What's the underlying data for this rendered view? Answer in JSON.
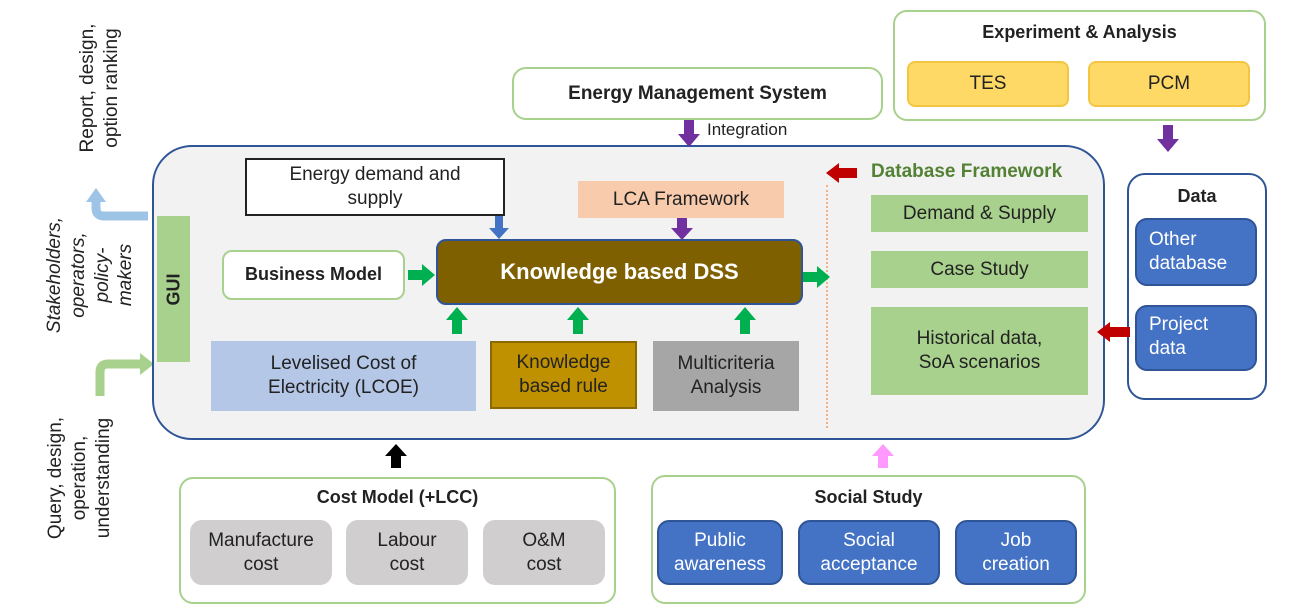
{
  "left_labels": {
    "output_text": "Report, design,\noption ranking",
    "users_text": "Stakeholders,\noperators,\npolicy-\nmakers",
    "input_text": "Query, design,\noperation,\nunderstanding"
  },
  "gui": {
    "label": "GUI"
  },
  "ems": {
    "title": "Energy Management System",
    "integration_label": "Integration"
  },
  "experiment": {
    "title": "Experiment & Analysis",
    "items": [
      "TES",
      "PCM"
    ]
  },
  "core": {
    "energy_demand": "Energy demand and\nsupply",
    "lca": "LCA Framework",
    "business_model": "Business Model",
    "dss": "Knowledge based DSS",
    "lcoe": "Levelised Cost of\nElectricity (LCOE)",
    "knowledge_rule": "Knowledge\nbased rule",
    "multicriteria": "Multicriteria\nAnalysis"
  },
  "database": {
    "title": "Database Framework",
    "items": [
      "Demand & Supply",
      "Case Study",
      "Historical data,\nSoA scenarios"
    ]
  },
  "data_panel": {
    "title": "Data",
    "items": [
      "Other\ndatabase",
      "Project\ndata"
    ]
  },
  "cost_model": {
    "title": "Cost Model (+LCC)",
    "items": [
      "Manufacture\ncost",
      "Labour\ncost",
      "O&M\ncost"
    ]
  },
  "social_study": {
    "title": "Social Study",
    "items": [
      "Public\nawareness",
      "Social\nacceptance",
      "Job\ncreation"
    ]
  },
  "colors": {
    "green_border": "#a9d18e",
    "green_fill": "#a9d18e",
    "green_arrow": "#00b050",
    "purple_arrow": "#7030a0",
    "red_arrow": "#c00000",
    "blue_arrow": "#4472c4",
    "dss_fill": "#7f6000",
    "lca_fill": "#f8cbad",
    "lcoe_fill": "#b4c7e7",
    "rule_fill": "#bf9000",
    "multi_fill": "#a6a6a6",
    "db_title": "#548235",
    "core_fill": "#f2f2f2",
    "core_border": "#2f5597",
    "yellow_fill": "#ffd966",
    "pink_arrow": "#ff99ff",
    "lightblue_arrow": "#9dc3e6"
  }
}
